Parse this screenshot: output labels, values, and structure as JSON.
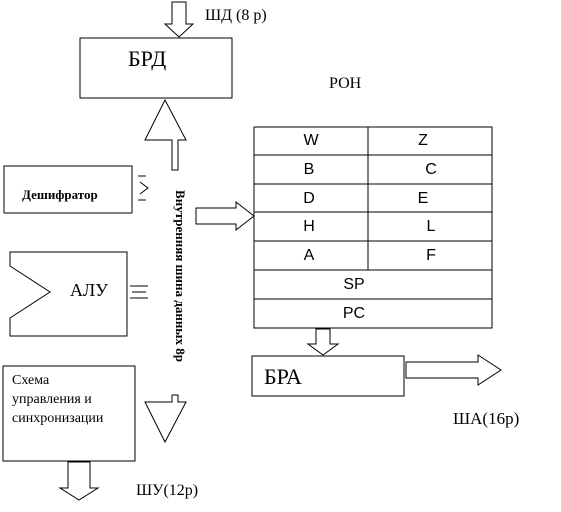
{
  "labels": {
    "shd": "ШД (8 р)",
    "brd": "БРД",
    "ron": "РОН",
    "decoder": "Дешифратор",
    "alu": "АЛУ",
    "control": [
      "Схема",
      "управления и",
      "синхронизации"
    ],
    "internal_bus": "Внутренняя шина данных 8р",
    "bra": "БРА",
    "sha": "ША(16р)",
    "shu": "ШУ(12р)"
  },
  "registers": {
    "pairs": [
      [
        "W",
        "Z"
      ],
      [
        "B",
        "C"
      ],
      [
        "D",
        "E"
      ],
      [
        "H",
        "L"
      ],
      [
        "A",
        "F"
      ]
    ],
    "wide": [
      "SP",
      "PC"
    ]
  }
}
